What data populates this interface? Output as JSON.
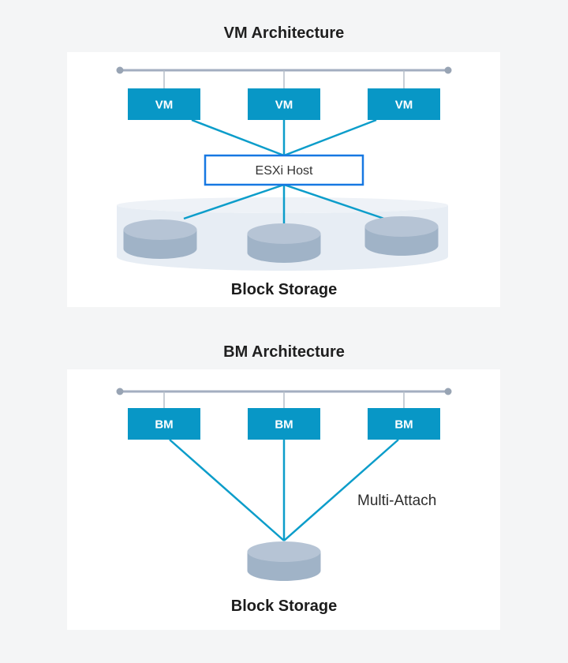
{
  "vm_section": {
    "title": "VM Architecture",
    "nodes": [
      "VM",
      "VM",
      "VM"
    ],
    "host_label": "ESXi Host",
    "storage_label": "Block Storage",
    "disk_count": 3
  },
  "bm_section": {
    "title": "BM Architecture",
    "nodes": [
      "BM",
      "BM",
      "BM"
    ],
    "attach_label": "Multi-Attach",
    "storage_label": "Block Storage",
    "disk_count": 1
  },
  "icons": {
    "storage_disk": "database-cylinder",
    "storage_pool": "flat-cylinder-platter",
    "bus_endpoint": "round-dot"
  },
  "colors": {
    "page_bg": "#f4f5f6",
    "card_bg": "#ffffff",
    "node_fill": "#0897c6",
    "node_text": "#ffffff",
    "host_border": "#1778e2",
    "connector_teal": "#0c9dca",
    "bus_line": "#a3aec0",
    "bus_dot": "#98a4b4",
    "drop_line": "#b5bec9",
    "disk_top": "#b6c4d5",
    "disk_body": "#a0b3c7",
    "pool_top": "#eef2f7",
    "pool_body": "#e7edf4",
    "title_text": "#1f1f1f"
  }
}
